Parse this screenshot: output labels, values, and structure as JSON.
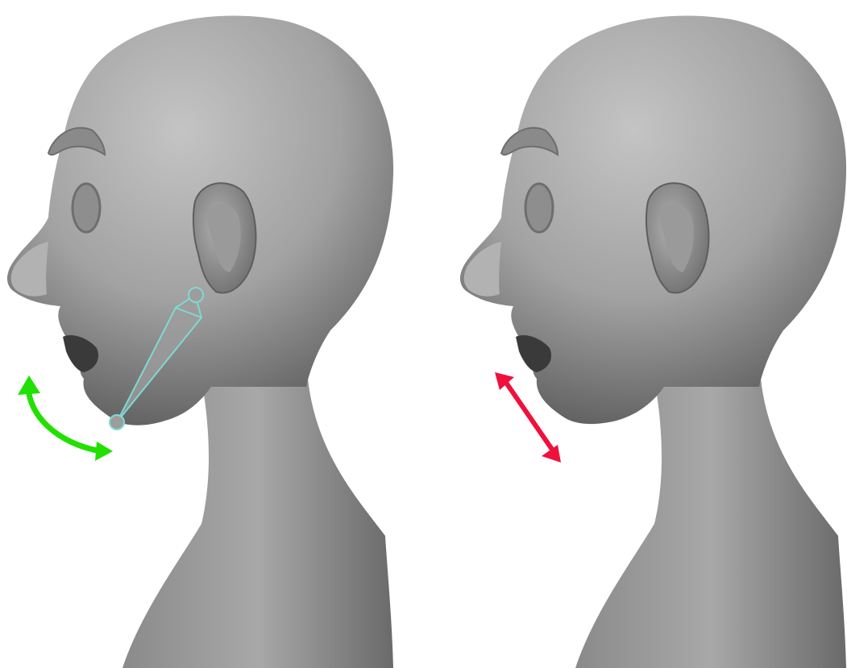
{
  "panels": [
    {
      "id": "left",
      "description_hidden": "",
      "indicator": {
        "kind": "rotation-arc",
        "color": "#22e000",
        "icon": "curved-double-arrow"
      },
      "bone": {
        "color": "#7fd9d4",
        "visible": true
      }
    },
    {
      "id": "right",
      "indicator": {
        "kind": "linear-double-arrow",
        "color": "#f0103c",
        "icon": "straight-double-arrow"
      }
    }
  ],
  "colors": {
    "background": "#ffffff",
    "skin_light": "#b9b9b9",
    "skin_mid": "#9a9a9a",
    "skin_dark": "#5e5e5e"
  }
}
